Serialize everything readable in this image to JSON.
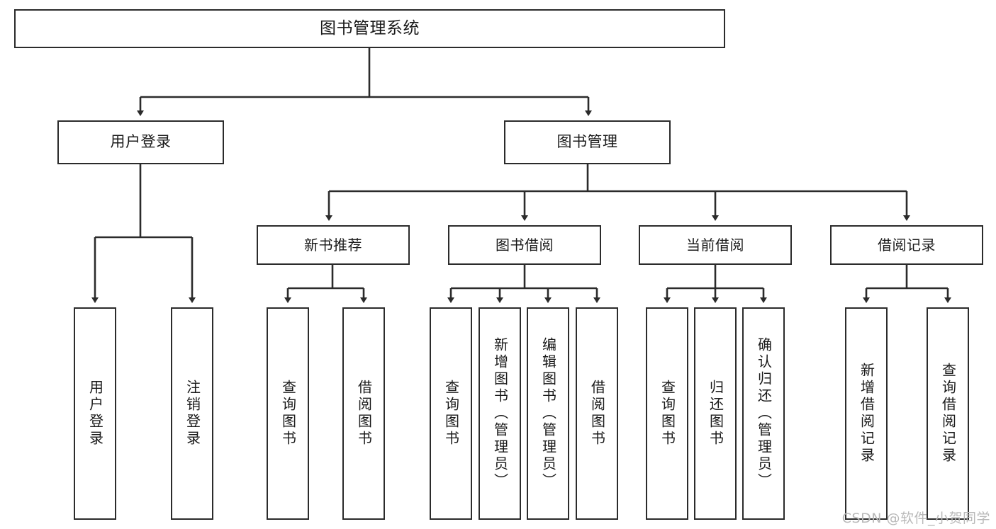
{
  "diagram": {
    "title": "图书管理系统",
    "type": "tree-hierarchy-diagram",
    "watermark": "CSDN @软件_小贺同学",
    "colors": {
      "box_border": "#2b2b2b",
      "box_fill": "#ffffff",
      "connector": "#2b2b2b",
      "text": "#1a1a1a",
      "watermark": "#b9b9b9",
      "background": "#ffffff"
    },
    "nodes": {
      "root": {
        "label": "图书管理系统"
      },
      "level1": [
        {
          "id": "user-login",
          "label": "用户登录"
        },
        {
          "id": "book-manage",
          "label": "图书管理"
        }
      ],
      "level2": [
        {
          "id": "new-book-recommend",
          "label": "新书推荐"
        },
        {
          "id": "book-borrow",
          "label": "图书借阅"
        },
        {
          "id": "current-borrow",
          "label": "当前借阅"
        },
        {
          "id": "borrow-record",
          "label": "借阅记录"
        }
      ],
      "leaves": {
        "user-login": [
          {
            "id": "leaf-user-login",
            "label": "用户登录"
          },
          {
            "id": "leaf-logout",
            "label": "注销登录"
          }
        ],
        "new-book-recommend": [
          {
            "id": "leaf-query-book-1",
            "label": "查询图书"
          },
          {
            "id": "leaf-borrow-book-1",
            "label": "借阅图书"
          }
        ],
        "book-borrow": [
          {
            "id": "leaf-query-book-2",
            "label": "查询图书"
          },
          {
            "id": "leaf-add-book",
            "label": "新增图书（管理员）"
          },
          {
            "id": "leaf-edit-book",
            "label": "编辑图书（管理员）"
          },
          {
            "id": "leaf-borrow-book-2",
            "label": "借阅图书"
          }
        ],
        "current-borrow": [
          {
            "id": "leaf-query-book-3",
            "label": "查询图书"
          },
          {
            "id": "leaf-return-book",
            "label": "归还图书"
          },
          {
            "id": "leaf-confirm-return",
            "label": "确认归还（管理员）"
          }
        ],
        "borrow-record": [
          {
            "id": "leaf-add-record",
            "label": "新增借阅记录"
          },
          {
            "id": "leaf-query-record",
            "label": "查询借阅记录"
          }
        ]
      }
    }
  }
}
